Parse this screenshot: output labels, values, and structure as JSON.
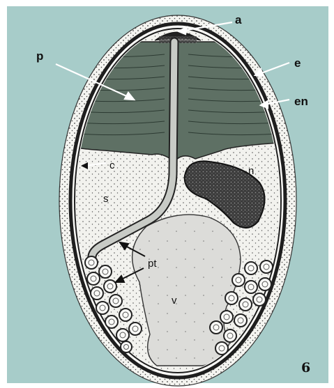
{
  "figure": {
    "number": "6",
    "background_color": "#a7ccc9",
    "labels": {
      "a": "a",
      "p": "p",
      "e": "e",
      "en": "en",
      "c": "c",
      "n": "n",
      "s": "s",
      "pt": "pt",
      "v": "v"
    },
    "colors": {
      "polar_capsule": "#5c6f63",
      "cytoplasm": "#f0f0ec",
      "vacuole": "#d9d9d6",
      "nucleus": "#3a3a3a",
      "wall": "#222222"
    }
  }
}
